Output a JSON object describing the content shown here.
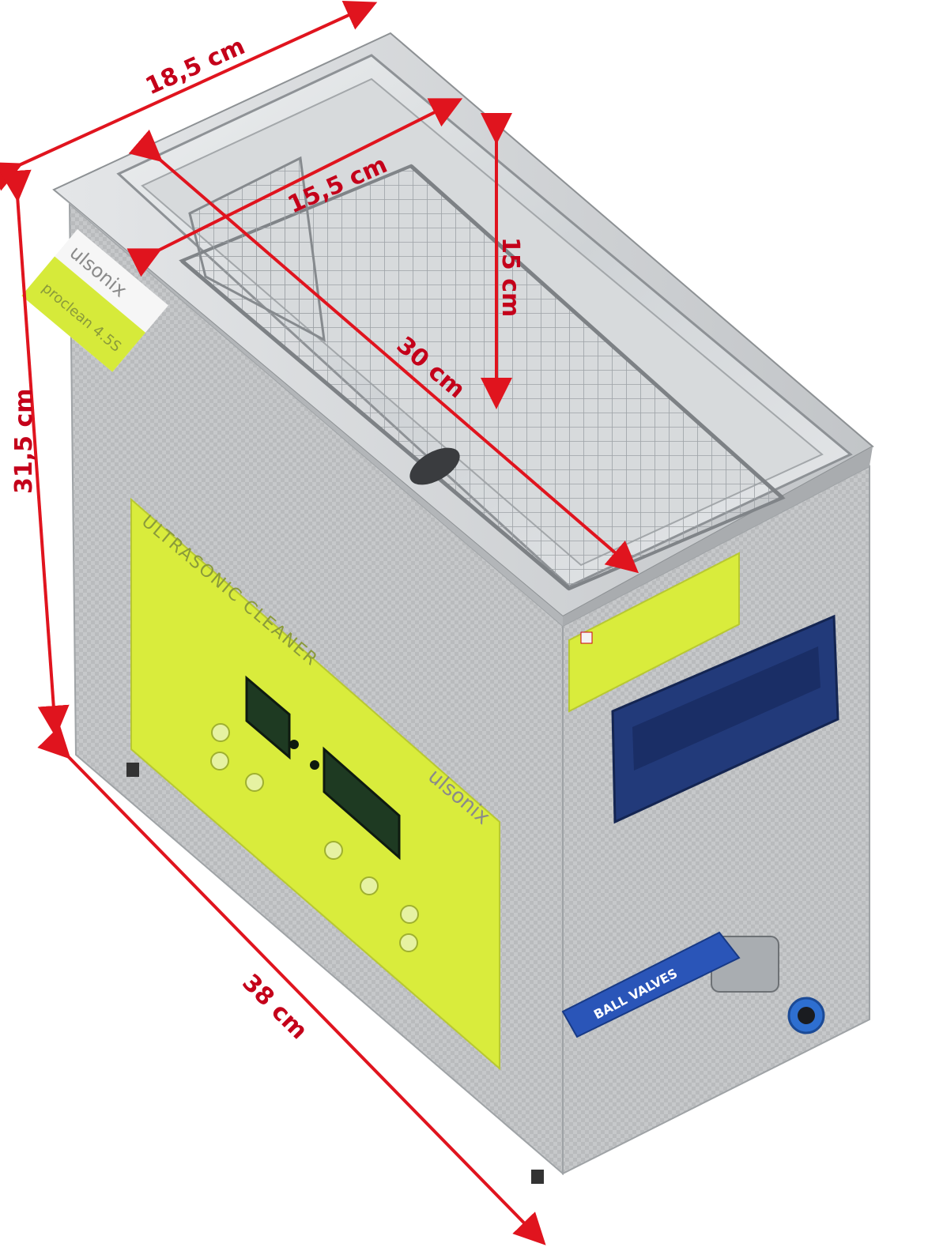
{
  "product": {
    "brand": "ulsonix",
    "model": "proclean 4.5S",
    "panel_title": "ULTRASONIC CLEANER",
    "valve_text": "BALL VALVES"
  },
  "dimensions": {
    "depth": "18,5 cm",
    "height": "31,5 cm",
    "length": "38 cm",
    "tank_width": "15,5 cm",
    "tank_depth": "15 cm",
    "tank_length": "30 cm"
  },
  "colors": {
    "arrow": "#e0141e",
    "label": "#c4001a",
    "steel": "#c9cbcd",
    "panel": "#d9ec3c",
    "handle": "#223a7a",
    "valve": "#2a55b8"
  }
}
